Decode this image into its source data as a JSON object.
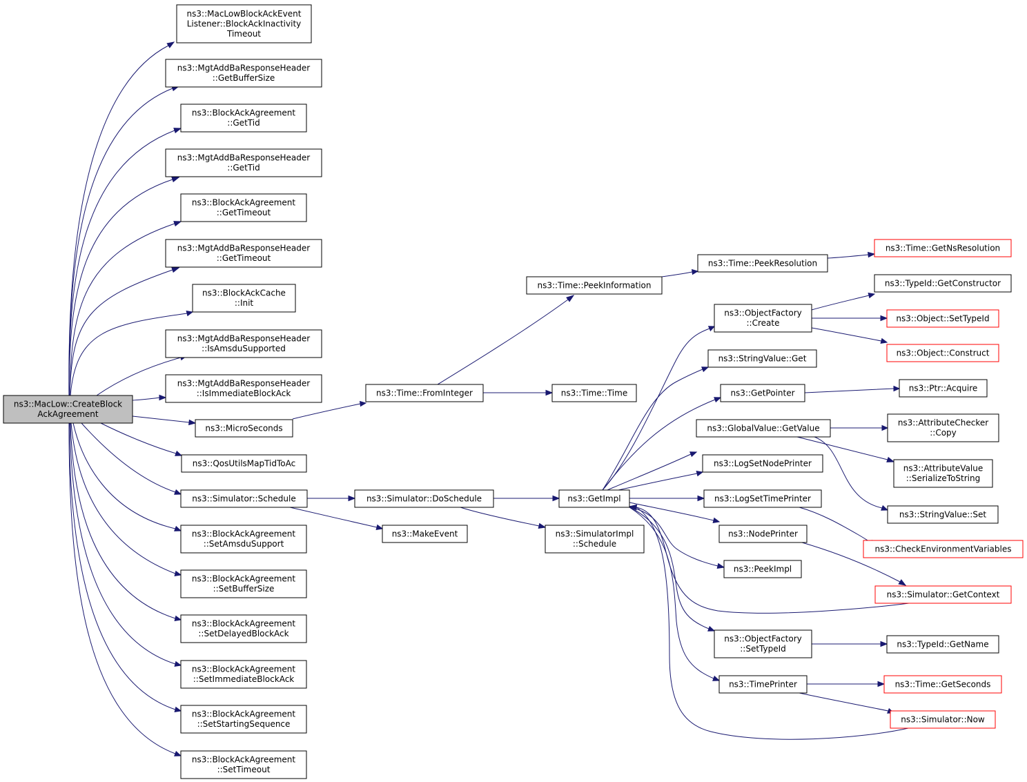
{
  "colors": {
    "edge": "#191970",
    "root_fill": "#bfbfbf",
    "external_border": "#ff0000",
    "border": "#000000"
  },
  "nodes": [
    {
      "id": "root",
      "lines": [
        "ns3::MacLow::CreateBlock",
        "AckAgreement"
      ],
      "style": "root"
    },
    {
      "id": "n1",
      "lines": [
        "ns3::MacLowBlockAckEvent",
        "Listener::BlockAckInactivity",
        "Timeout"
      ]
    },
    {
      "id": "n2",
      "lines": [
        "ns3::MgtAddBaResponseHeader",
        "::GetBufferSize"
      ]
    },
    {
      "id": "n3",
      "lines": [
        "ns3::BlockAckAgreement",
        "::GetTid"
      ]
    },
    {
      "id": "n4",
      "lines": [
        "ns3::MgtAddBaResponseHeader",
        "::GetTid"
      ]
    },
    {
      "id": "n5",
      "lines": [
        "ns3::BlockAckAgreement",
        "::GetTimeout"
      ]
    },
    {
      "id": "n6",
      "lines": [
        "ns3::MgtAddBaResponseHeader",
        "::GetTimeout"
      ]
    },
    {
      "id": "n7",
      "lines": [
        "ns3::BlockAckCache",
        "::Init"
      ]
    },
    {
      "id": "n8",
      "lines": [
        "ns3::MgtAddBaResponseHeader",
        "::IsAmsduSupported"
      ]
    },
    {
      "id": "n9",
      "lines": [
        "ns3::MgtAddBaResponseHeader",
        "::IsImmediateBlockAck"
      ]
    },
    {
      "id": "n10",
      "lines": [
        "ns3::MicroSeconds"
      ]
    },
    {
      "id": "n11",
      "lines": [
        "ns3::QosUtilsMapTidToAc"
      ]
    },
    {
      "id": "n12",
      "lines": [
        "ns3::Simulator::Schedule"
      ]
    },
    {
      "id": "n13",
      "lines": [
        "ns3::BlockAckAgreement",
        "::SetAmsduSupport"
      ]
    },
    {
      "id": "n14",
      "lines": [
        "ns3::BlockAckAgreement",
        "::SetBufferSize"
      ]
    },
    {
      "id": "n15",
      "lines": [
        "ns3::BlockAckAgreement",
        "::SetDelayedBlockAck"
      ]
    },
    {
      "id": "n16",
      "lines": [
        "ns3::BlockAckAgreement",
        "::SetImmediateBlockAck"
      ]
    },
    {
      "id": "n17",
      "lines": [
        "ns3::BlockAckAgreement",
        "::SetStartingSequence"
      ]
    },
    {
      "id": "n18",
      "lines": [
        "ns3::BlockAckAgreement",
        "::SetTimeout"
      ]
    },
    {
      "id": "fromint",
      "lines": [
        "ns3::Time::FromInteger"
      ]
    },
    {
      "id": "dosched",
      "lines": [
        "ns3::Simulator::DoSchedule"
      ]
    },
    {
      "id": "makeevent",
      "lines": [
        "ns3::MakeEvent"
      ]
    },
    {
      "id": "peekinfo",
      "lines": [
        "ns3::Time::PeekInformation"
      ]
    },
    {
      "id": "timetime",
      "lines": [
        "ns3::Time::Time"
      ]
    },
    {
      "id": "getimpl",
      "lines": [
        "ns3::GetImpl"
      ]
    },
    {
      "id": "simimplsched",
      "lines": [
        "ns3::SimulatorImpl",
        "::Schedule"
      ]
    },
    {
      "id": "peekres",
      "lines": [
        "ns3::Time::PeekResolution"
      ]
    },
    {
      "id": "getnsres",
      "lines": [
        "ns3::Time::GetNsResolution"
      ],
      "style": "ext"
    },
    {
      "id": "ofcreate",
      "lines": [
        "ns3::ObjectFactory",
        "::Create"
      ]
    },
    {
      "id": "strget",
      "lines": [
        "ns3::StringValue::Get"
      ]
    },
    {
      "id": "getpointer",
      "lines": [
        "ns3::GetPointer"
      ]
    },
    {
      "id": "gvgetvalue",
      "lines": [
        "ns3::GlobalValue::GetValue"
      ]
    },
    {
      "id": "lognode",
      "lines": [
        "ns3::LogSetNodePrinter"
      ]
    },
    {
      "id": "logtime",
      "lines": [
        "ns3::LogSetTimePrinter"
      ]
    },
    {
      "id": "nodeprinter",
      "lines": [
        "ns3::NodePrinter"
      ]
    },
    {
      "id": "peekimpl",
      "lines": [
        "ns3::PeekImpl"
      ]
    },
    {
      "id": "ofsettype",
      "lines": [
        "ns3::ObjectFactory",
        "::SetTypeId"
      ]
    },
    {
      "id": "timeprinter",
      "lines": [
        "ns3::TimePrinter"
      ]
    },
    {
      "id": "getctor",
      "lines": [
        "ns3::TypeId::GetConstructor"
      ]
    },
    {
      "id": "objsettype",
      "lines": [
        "ns3::Object::SetTypeId"
      ],
      "style": "ext"
    },
    {
      "id": "objconstruct",
      "lines": [
        "ns3::Object::Construct"
      ],
      "style": "ext"
    },
    {
      "id": "ptracquire",
      "lines": [
        "ns3::Ptr::Acquire"
      ]
    },
    {
      "id": "acheckcopy",
      "lines": [
        "ns3::AttributeChecker",
        "::Copy"
      ]
    },
    {
      "id": "avserialize",
      "lines": [
        "ns3::AttributeValue",
        "::SerializeToString"
      ]
    },
    {
      "id": "strset",
      "lines": [
        "ns3::StringValue::Set"
      ]
    },
    {
      "id": "checkenv",
      "lines": [
        "ns3::CheckEnvironmentVariables"
      ],
      "style": "ext"
    },
    {
      "id": "getcontext",
      "lines": [
        "ns3::Simulator::GetContext"
      ],
      "style": "ext"
    },
    {
      "id": "typegetname",
      "lines": [
        "ns3::TypeId::GetName"
      ]
    },
    {
      "id": "timegetsec",
      "lines": [
        "ns3::Time::GetSeconds"
      ],
      "style": "ext"
    },
    {
      "id": "simnow",
      "lines": [
        "ns3::Simulator::Now"
      ],
      "style": "ext"
    }
  ]
}
